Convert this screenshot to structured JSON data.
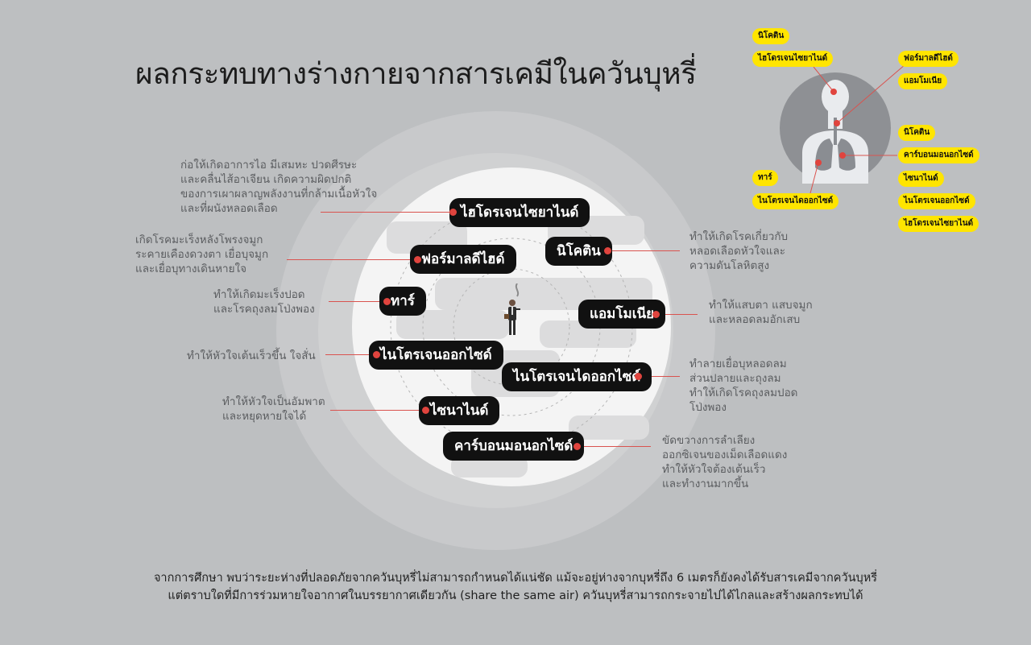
{
  "title": "ผลกระทบทางร่างกายจากสารเคมีในควันบุหรี่",
  "chemicals": [
    {
      "id": "hcn",
      "label": "ไฮโดรเจนไซยาไนด์",
      "desc": [
        "ก่อให้เกิดอาการไอ มีเสมหะ ปวดศีรษะ",
        "และคลื่นไส้อาเจียน เกิดความผิดปกติ",
        "ของการเผาผลาญพลังงานที่กล้ามเนื้อหัวใจ",
        "และที่ผนังหลอดเลือด"
      ]
    },
    {
      "id": "nicotine",
      "label": "นิโคติน",
      "desc": [
        "ทำให้เกิดโรคเกี่ยวกับ",
        "หลอดเลือดหัวใจและ",
        "ความดันโลหิตสูง"
      ]
    },
    {
      "id": "formaldehyde",
      "label": "ฟอร์มาลดีไฮด์",
      "desc": [
        "เกิดโรคมะเร็งหลังโพรงจมูก",
        "ระคายเคืองดวงตา เยื่อบุจมูก",
        "และเยื่อบุทางเดินหายใจ"
      ]
    },
    {
      "id": "tar",
      "label": "ทาร์",
      "desc": [
        "ทำให้เกิดมะเร็งปอด",
        "และโรคถุงลมโป่งพอง"
      ]
    },
    {
      "id": "ammonia",
      "label": "แอมโมเนีย",
      "desc": [
        "ทำให้แสบตา แสบจมูก",
        "และหลอดลมอักเสบ"
      ]
    },
    {
      "id": "no",
      "label": "ไนโตรเจนออกไซด์",
      "desc": [
        "ทำให้หัวใจเต้นเร็วขึ้น ใจสั่น"
      ]
    },
    {
      "id": "no2",
      "label": "ไนโตรเจนไดออกไซด์",
      "desc": [
        "ทำลายเยื่อบุหลอดลม",
        "ส่วนปลายและถุงลม",
        "ทำให้เกิดโรคถุงลมปอด",
        "โป่งพอง"
      ]
    },
    {
      "id": "cyanide",
      "label": "ไซนาไนด์",
      "desc": [
        "ทำให้หัวใจเป็นอัมพาต",
        "และหยุดหายใจได้"
      ]
    },
    {
      "id": "co",
      "label": "คาร์บอนมอนอกไซด์",
      "desc": [
        "ขัดขวางการลำเลียง",
        "ออกซิเจนของเม็ดเลือดแดง",
        "ทำให้หัวใจต้องเต้นเร็ว",
        "และทำงานมากขึ้น"
      ]
    }
  ],
  "body_tags": {
    "left": [
      "นิโคติน",
      "ไฮโดรเจนไซยาไนด์",
      "ทาร์",
      "ไนโตรเจนไดออกไซด์"
    ],
    "right": [
      "ฟอร์มาลดีไฮด์",
      "แอมโมเนีย",
      "นิโคติน",
      "คาร์บอนมอนอกไซด์",
      "ไซนาไนด์",
      "ไนโตรเจนออกไซด์",
      "ไฮโดรเจนไซยาไนด์"
    ]
  },
  "footer": [
    "จากการศึกษา พบว่าระยะห่างที่ปลอดภัยจากควันบุหรี่ไม่สามารถกำหนดได้แน่ชัด แม้จะอยู่ห่างจากบุหรี่ถึง 6 เมตรก็ยังคงได้รับสารเคมีจากควันบุหรี่",
    "แต่ตราบใดที่มีการร่วมหายใจอากาศในบรรยากาศเดียวกัน (share the same air) ควันบุหรี่สามารถกระจายไปได้ไกลและสร้างผลกระทบได้"
  ],
  "colors": {
    "background": "#bdbfc1",
    "pill": "#111111",
    "tag": "#ffe500",
    "accent": "#e0443e"
  },
  "icons": {
    "figure": "smoking-man-icon",
    "body": "human-torso-lungs-icon"
  }
}
